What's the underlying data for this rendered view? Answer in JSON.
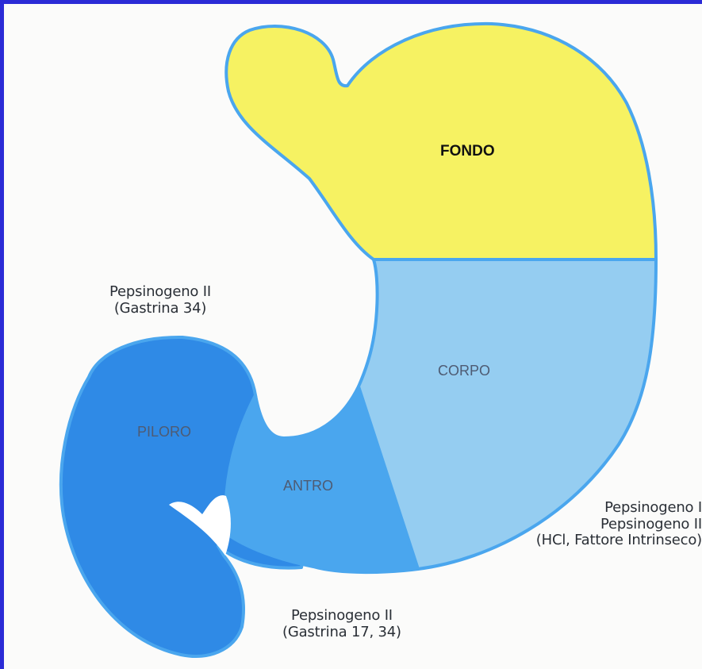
{
  "regions": {
    "fondo": {
      "label": "FONDO",
      "color": "#f6f262"
    },
    "corpo": {
      "label": "CORPO",
      "color": "#95cdf1"
    },
    "antro": {
      "label": "ANTRO",
      "color": "#4aa6ee"
    },
    "piloro": {
      "label": "PILORO",
      "color": "#2f8ae6"
    }
  },
  "outline_color": "#4aa6ee",
  "annotations": {
    "piloro": {
      "line1": "Pepsinogeno II",
      "line2": "(Gastrina 34)"
    },
    "antro": {
      "line1": "Pepsinogeno II",
      "line2": "(Gastrina 17, 34)"
    },
    "corpo": {
      "line1": "Pepsinogeno I",
      "line2": "Pepsinogeno II",
      "line3": "(HCl, Fattore Intrinseco)"
    }
  }
}
